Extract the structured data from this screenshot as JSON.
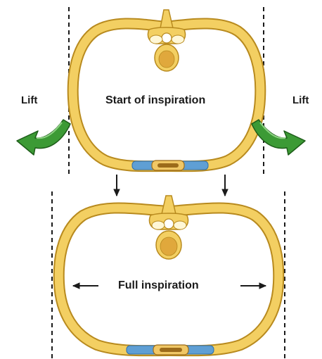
{
  "labels": {
    "lift_left": "Lift",
    "lift_right": "Lift",
    "top_caption": "Start of inspiration",
    "bottom_caption": "Full inspiration"
  },
  "colors": {
    "bone": "#f3cf62",
    "bone_outline": "#b88a1e",
    "cartilage": "#5f9fd4",
    "sternum": "#9c6b1a",
    "arrow_green": "#3c9a35",
    "dashed_line": "#1a1a1a"
  },
  "icons": [
    "curved-lift-arrow-left-icon",
    "curved-lift-arrow-right-icon",
    "down-arrow-icon",
    "left-arrow-icon",
    "right-arrow-icon"
  ]
}
